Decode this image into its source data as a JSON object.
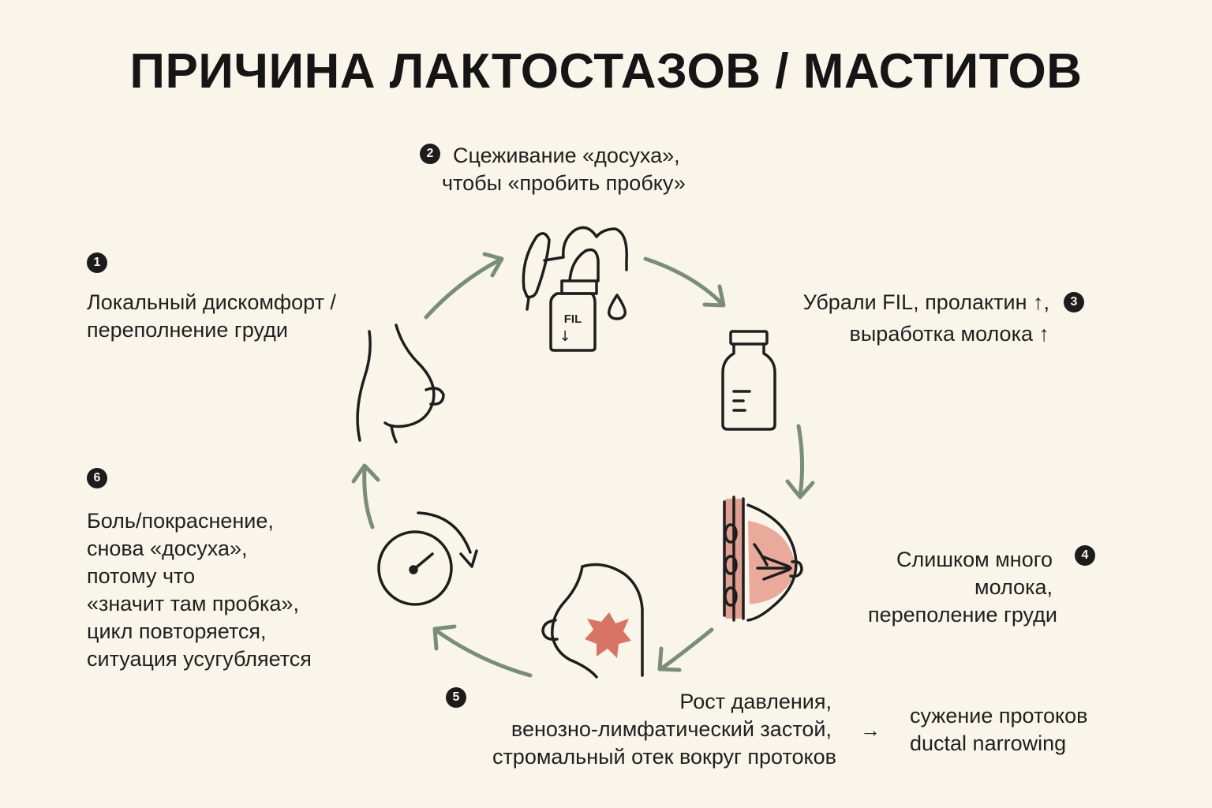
{
  "title": "ПРИЧИНА ЛАКТОСТАЗОВ / МАСТИТОВ",
  "colors": {
    "background": "#faf5eb",
    "arrow": "#7a8e76",
    "line": "#1e1e1e",
    "tissue": "#d98a7c",
    "pain_star": "#d87466"
  },
  "steps": [
    {
      "num": "1",
      "lines": [
        "Локальный дискомфорт /",
        "переполнение груди"
      ]
    },
    {
      "num": "2",
      "lines": [
        "Сцеживание «досуха»,",
        "чтобы «пробить пробку»"
      ]
    },
    {
      "num": "3",
      "lines": [
        "Убрали FIL, пролактин ↑,",
        "выработка молока ↑"
      ]
    },
    {
      "num": "4",
      "lines": [
        "Слишком много",
        "молока,",
        "переполение  груди"
      ]
    },
    {
      "num": "5",
      "lines": [
        "Рост давления,",
        "венозно-лимфатический застой,",
        "стромальный отек вокруг протоков"
      ]
    },
    {
      "num": "6",
      "lines": [
        "Боль/покраснение,",
        "снова «досуха»,",
        "потому что",
        "«значит там пробка»,",
        "цикл повторяется,",
        "ситуация усугубляется"
      ]
    }
  ],
  "consequence": {
    "arrow": "→",
    "lines": [
      "сужение протоков",
      "ductal narrowing"
    ]
  },
  "pump_label": "FIL",
  "pump_arrow": "↓",
  "icons": [
    "breast-icon",
    "breast-pump-icon",
    "milk-bottle-icon",
    "breast-cross-section-icon",
    "inflamed-breast-icon",
    "pressure-gauge-icon"
  ]
}
